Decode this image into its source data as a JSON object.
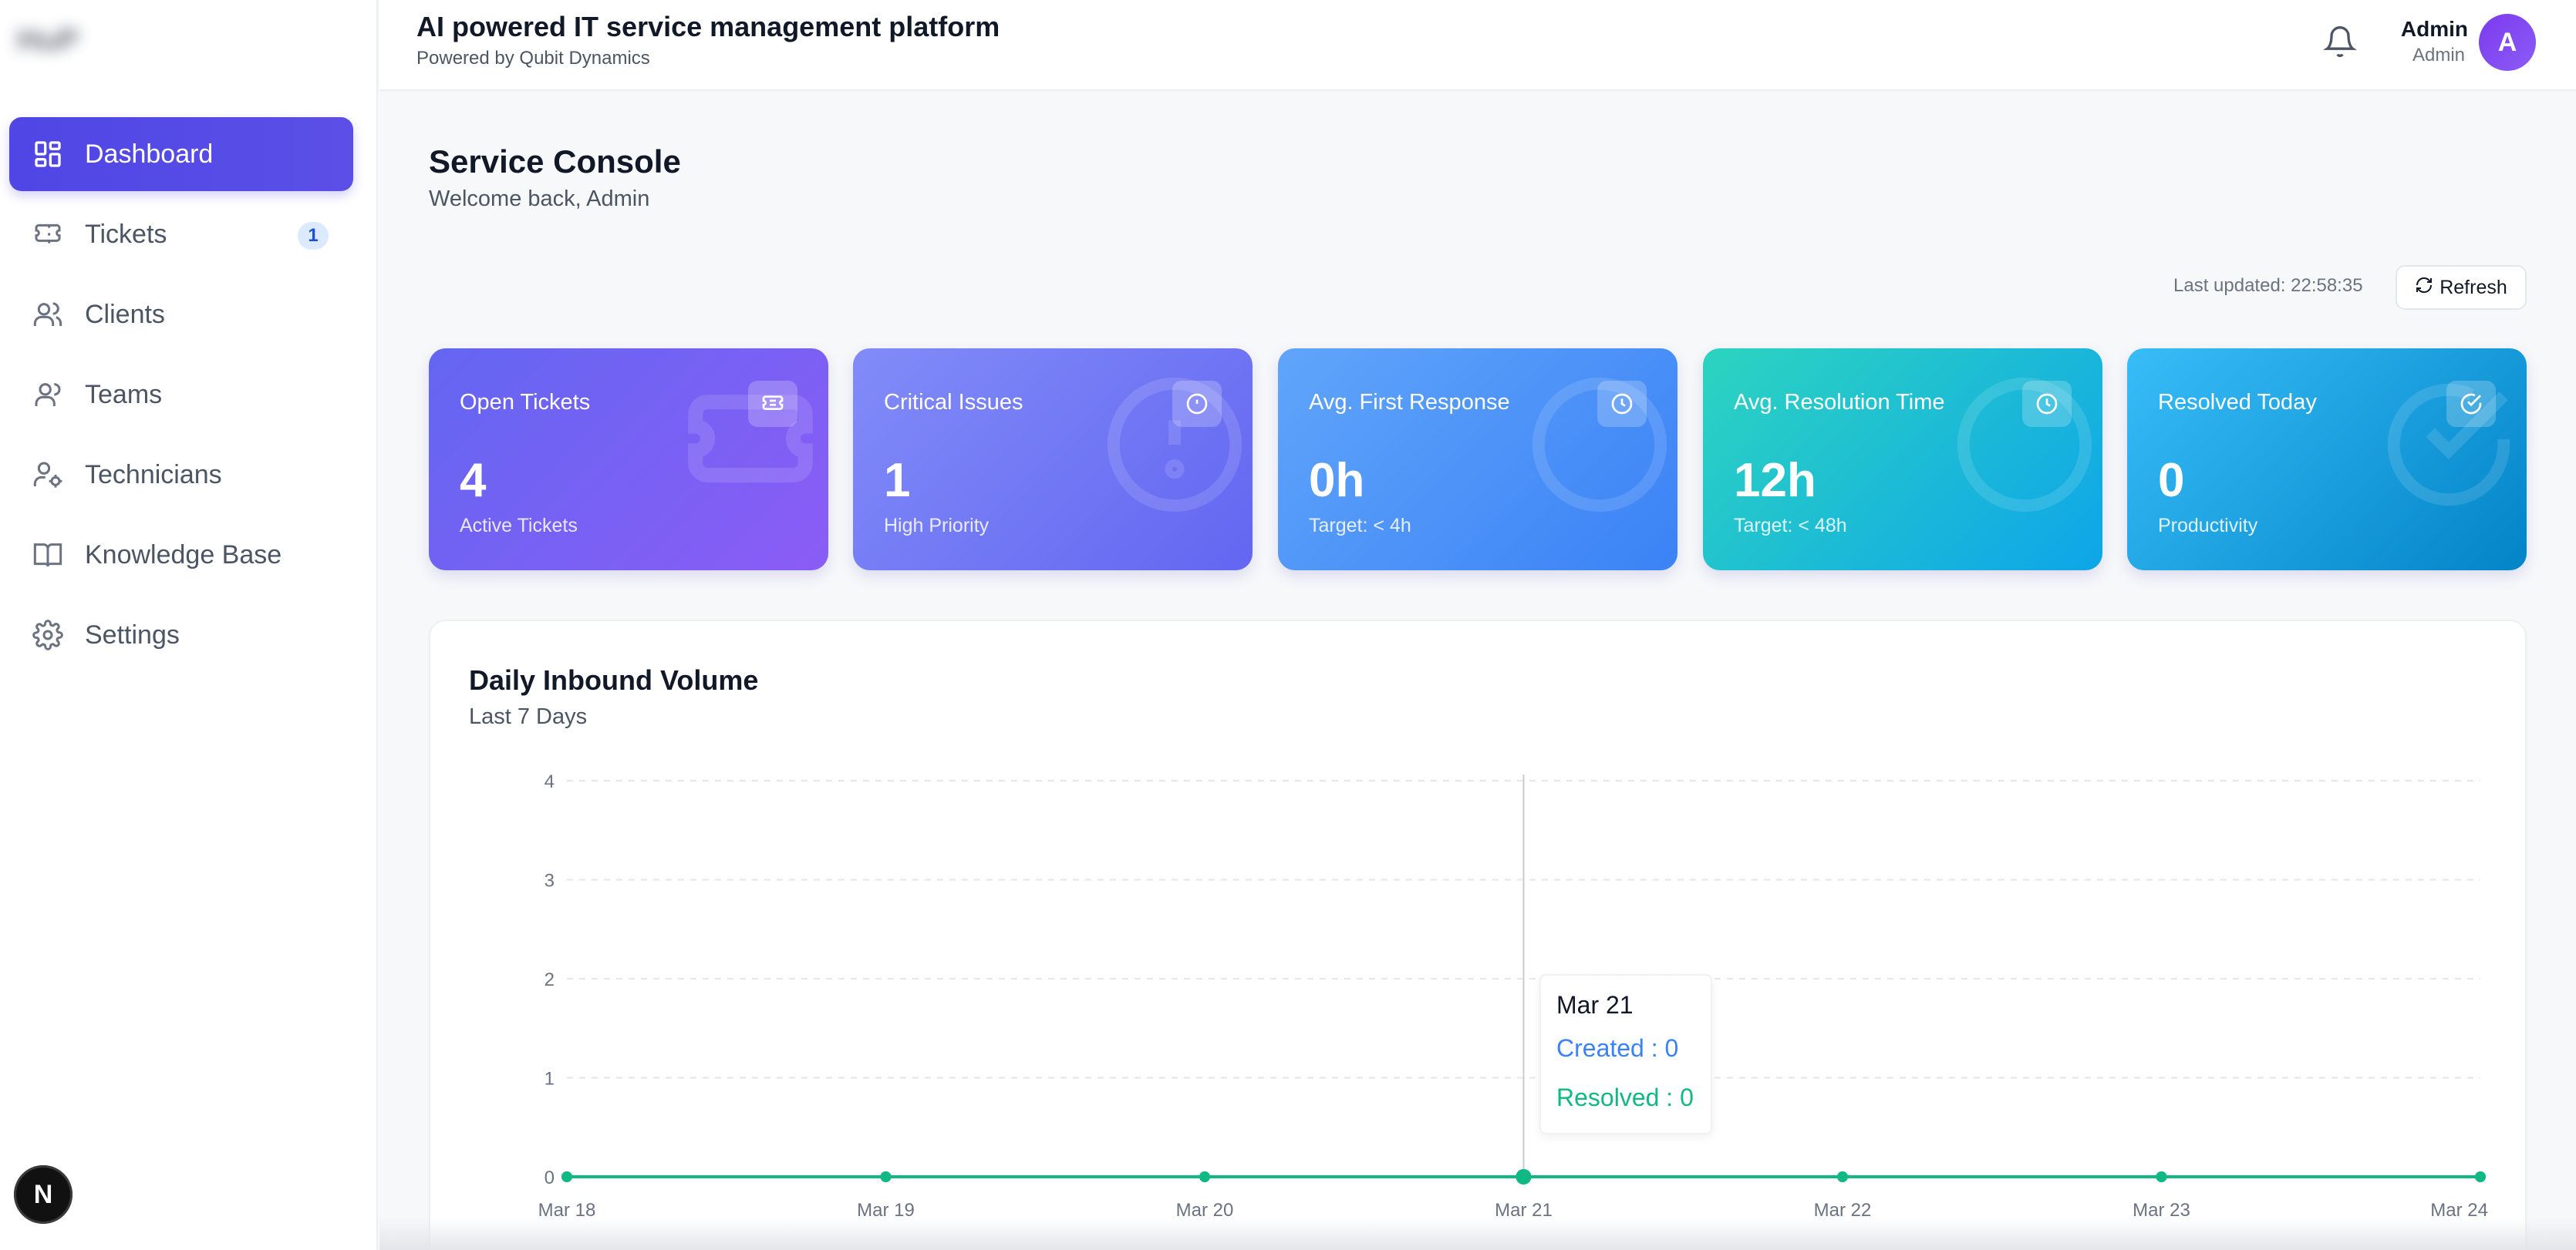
{
  "sidebar": {
    "logo_text": "HuP",
    "items": [
      {
        "label": "Dashboard",
        "icon": "dashboard-icon",
        "active": true
      },
      {
        "label": "Tickets",
        "icon": "ticket-icon",
        "badge": "1"
      },
      {
        "label": "Clients",
        "icon": "users-icon"
      },
      {
        "label": "Teams",
        "icon": "team-icon"
      },
      {
        "label": "Technicians",
        "icon": "technician-icon"
      },
      {
        "label": "Knowledge Base",
        "icon": "book-icon"
      },
      {
        "label": "Settings",
        "icon": "gear-icon"
      }
    ],
    "dev_badge": "N"
  },
  "header": {
    "title": "AI powered IT service management platform",
    "subtitle": "Powered by Qubit Dynamics",
    "user_name": "Admin",
    "user_role": "Admin",
    "avatar_letter": "A"
  },
  "main": {
    "title": "Service Console",
    "subtitle": "Welcome back, Admin",
    "last_updated": "Last updated: 22:58:35",
    "refresh_label": "Refresh"
  },
  "cards": [
    {
      "title": "Open Tickets",
      "value": "4",
      "sub": "Active Tickets",
      "icon": "ticket-icon",
      "gradient": [
        "#6366f1",
        "#8b5cf6"
      ]
    },
    {
      "title": "Critical Issues",
      "value": "1",
      "sub": "High Priority",
      "icon": "alert-circle-icon",
      "gradient": [
        "#818cf8",
        "#6366f1"
      ]
    },
    {
      "title": "Avg. First Response",
      "value": "0h",
      "sub": "Target: < 4h",
      "icon": "clock-icon",
      "gradient": [
        "#60a5fa",
        "#3b82f6"
      ]
    },
    {
      "title": "Avg. Resolution Time",
      "value": "12h",
      "sub": "Target: < 48h",
      "icon": "clock-icon",
      "gradient": [
        "#2dd4bf",
        "#0ea5e9"
      ]
    },
    {
      "title": "Resolved Today",
      "value": "0",
      "sub": "Productivity",
      "icon": "check-circle-icon",
      "gradient": [
        "#38bdf8",
        "#0284c7"
      ]
    }
  ],
  "chart_panel": {
    "title": "Daily Inbound Volume",
    "subtitle": "Last 7 Days"
  },
  "chart_data": {
    "type": "line",
    "x": [
      "Mar 18",
      "Mar 19",
      "Mar 20",
      "Mar 21",
      "Mar 22",
      "Mar 23",
      "Mar 24"
    ],
    "yticks": [
      0,
      1,
      2,
      3,
      4
    ],
    "ylim": [
      0,
      4
    ],
    "grid": true,
    "series": [
      {
        "name": "Created",
        "values": [
          0,
          0,
          0,
          0,
          0,
          0,
          0
        ],
        "color": "#3b82f6"
      },
      {
        "name": "Resolved",
        "values": [
          0,
          0,
          0,
          0,
          0,
          0,
          0
        ],
        "color": "#10b981"
      }
    ],
    "tooltip": {
      "label": "Mar 21",
      "created": "Created : 0",
      "resolved": "Resolved : 0",
      "active_index": 3
    }
  }
}
